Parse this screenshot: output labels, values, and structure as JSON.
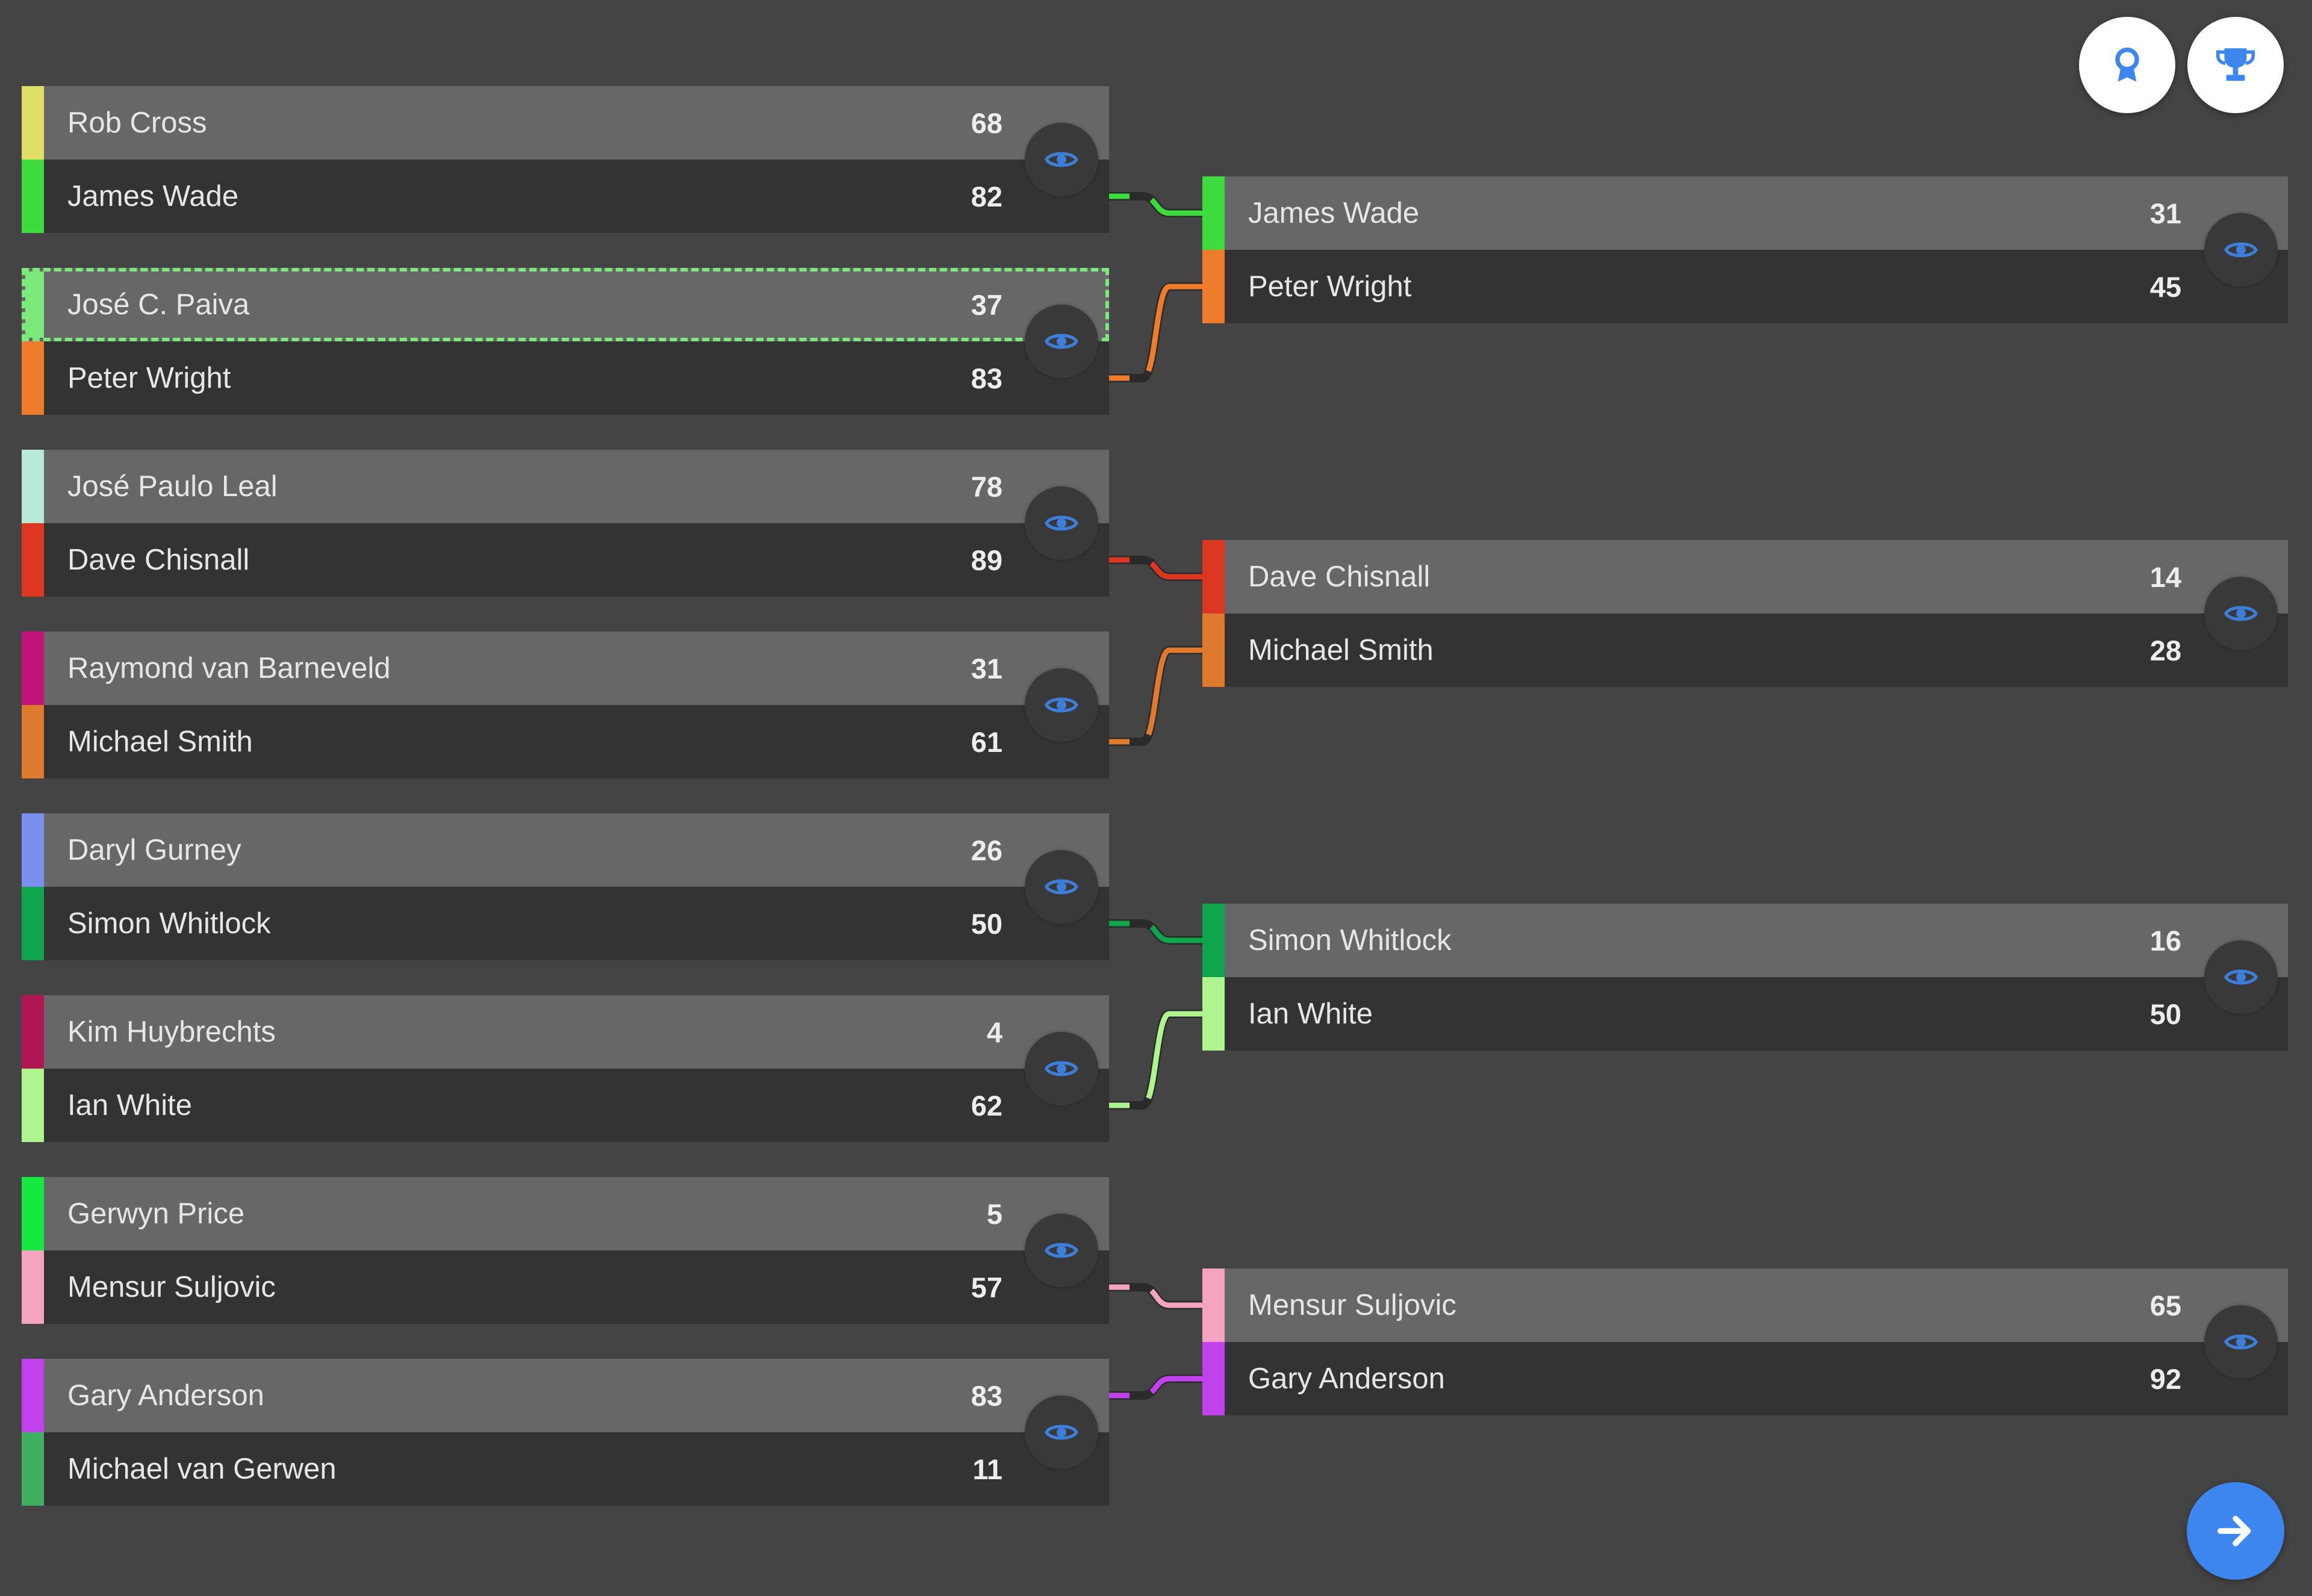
{
  "toolbar": {
    "medal_button_icon": "medal-ribbon-icon",
    "trophy_button_icon": "trophy-icon",
    "next_button_icon": "arrow-right-icon",
    "accent": "#3d86f0"
  },
  "rounds": [
    {
      "round": 1,
      "matches": [
        {
          "players": [
            {
              "name": "Rob Cross",
              "score": "68",
              "color": "#dede68"
            },
            {
              "name": "James Wade",
              "score": "82",
              "color": "#3ddb3d"
            }
          ]
        },
        {
          "players": [
            {
              "name": "José C. Paiva",
              "score": "37",
              "color": "#7bea7b",
              "selected": true
            },
            {
              "name": "Peter Wright",
              "score": "83",
              "color": "#ef7b2d"
            }
          ]
        },
        {
          "players": [
            {
              "name": "José Paulo Leal",
              "score": "78",
              "color": "#b8ead8"
            },
            {
              "name": "Dave Chisnall",
              "score": "89",
              "color": "#dd3621"
            }
          ]
        },
        {
          "players": [
            {
              "name": "Raymond van Barneveld",
              "score": "31",
              "color": "#c0147a"
            },
            {
              "name": "Michael Smith",
              "score": "61",
              "color": "#dd7a2e"
            }
          ]
        },
        {
          "players": [
            {
              "name": "Daryl Gurney",
              "score": "26",
              "color": "#7b90ee"
            },
            {
              "name": "Simon Whitlock",
              "score": "50",
              "color": "#0fa54a"
            }
          ]
        },
        {
          "players": [
            {
              "name": "Kim Huybrechts",
              "score": "4",
              "color": "#b01652"
            },
            {
              "name": "Ian White",
              "score": "62",
              "color": "#aef590"
            }
          ]
        },
        {
          "players": [
            {
              "name": "Gerwyn Price",
              "score": "5",
              "color": "#15e83e"
            },
            {
              "name": "Mensur Suljovic",
              "score": "57",
              "color": "#f4a3c0"
            }
          ]
        },
        {
          "players": [
            {
              "name": "Gary Anderson",
              "score": "83",
              "color": "#c142ec"
            },
            {
              "name": "Michael van Gerwen",
              "score": "11",
              "color": "#3fb060"
            }
          ]
        }
      ]
    },
    {
      "round": 2,
      "matches": [
        {
          "players": [
            {
              "name": "James Wade",
              "score": "31",
              "color": "#3ddb3d"
            },
            {
              "name": "Peter Wright",
              "score": "45",
              "color": "#ef7b2d"
            }
          ]
        },
        {
          "players": [
            {
              "name": "Dave Chisnall",
              "score": "14",
              "color": "#dd3621"
            },
            {
              "name": "Michael Smith",
              "score": "28",
              "color": "#dd7a2e"
            }
          ]
        },
        {
          "players": [
            {
              "name": "Simon Whitlock",
              "score": "16",
              "color": "#0fa54a"
            },
            {
              "name": "Ian White",
              "score": "50",
              "color": "#aef590"
            }
          ]
        },
        {
          "players": [
            {
              "name": "Mensur Suljovic",
              "score": "65",
              "color": "#f4a3c0"
            },
            {
              "name": "Gary Anderson",
              "score": "92",
              "color": "#c142ec"
            }
          ]
        }
      ]
    }
  ]
}
